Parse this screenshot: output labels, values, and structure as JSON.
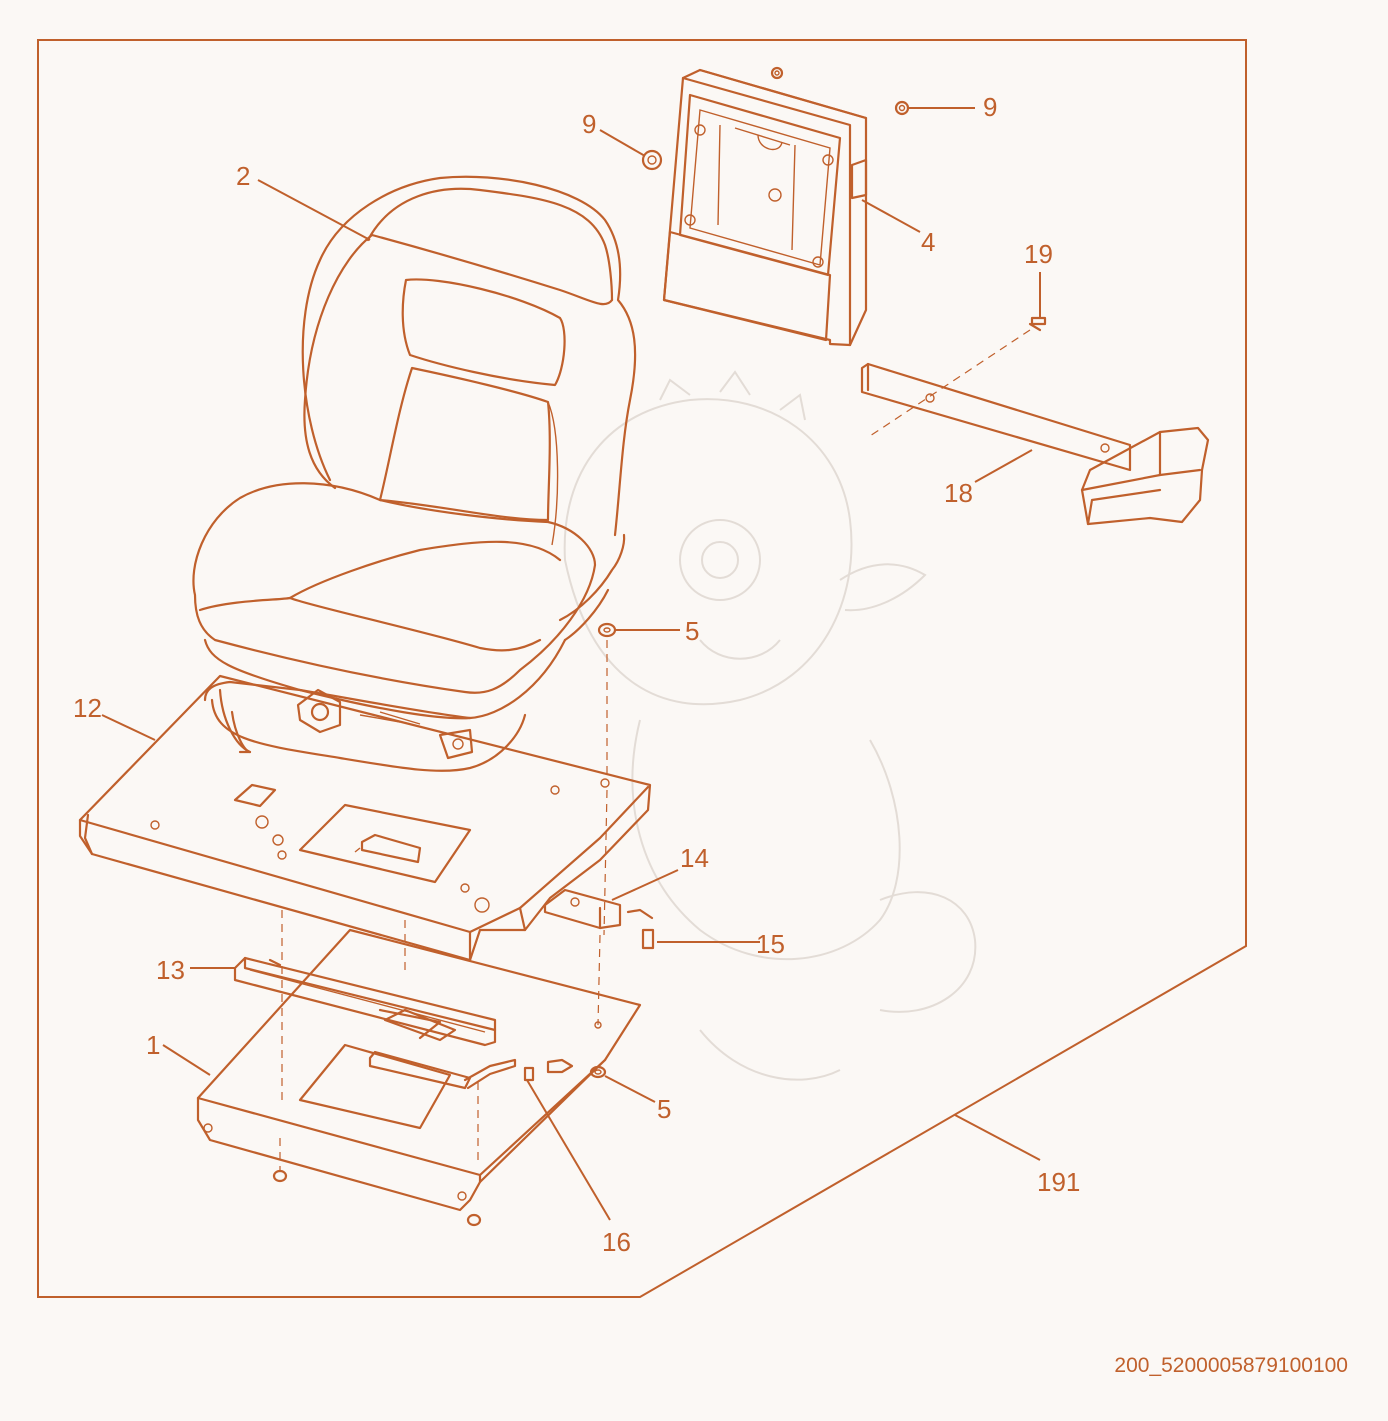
{
  "drawing": {
    "code": "200_5200005879100100",
    "colors": {
      "line": "#c0602c",
      "background": "#fbf8f5",
      "watermark": "#e3dcd6"
    },
    "callouts": [
      {
        "id": "1",
        "text": "1",
        "part": "lower-seat-plate"
      },
      {
        "id": "2",
        "text": "2",
        "part": "operator-seat"
      },
      {
        "id": "4",
        "text": "4",
        "part": "backrest-panel"
      },
      {
        "id": "5a",
        "text": "5",
        "part": "washer"
      },
      {
        "id": "5b",
        "text": "5",
        "part": "nut"
      },
      {
        "id": "9a",
        "text": "9",
        "part": "left-fastener"
      },
      {
        "id": "9b",
        "text": "9",
        "part": "right-fastener"
      },
      {
        "id": "12",
        "text": "12",
        "part": "upper-mounting-plate"
      },
      {
        "id": "13",
        "text": "13",
        "part": "slide-rail"
      },
      {
        "id": "14",
        "text": "14",
        "part": "bracket"
      },
      {
        "id": "15",
        "text": "15",
        "part": "bolt"
      },
      {
        "id": "16",
        "text": "16",
        "part": "adjustment-lever"
      },
      {
        "id": "18",
        "text": "18",
        "part": "armrest"
      },
      {
        "id": "19",
        "text": "19",
        "part": "screw"
      },
      {
        "id": "191",
        "text": "191",
        "part": "seat-assembly"
      }
    ]
  }
}
